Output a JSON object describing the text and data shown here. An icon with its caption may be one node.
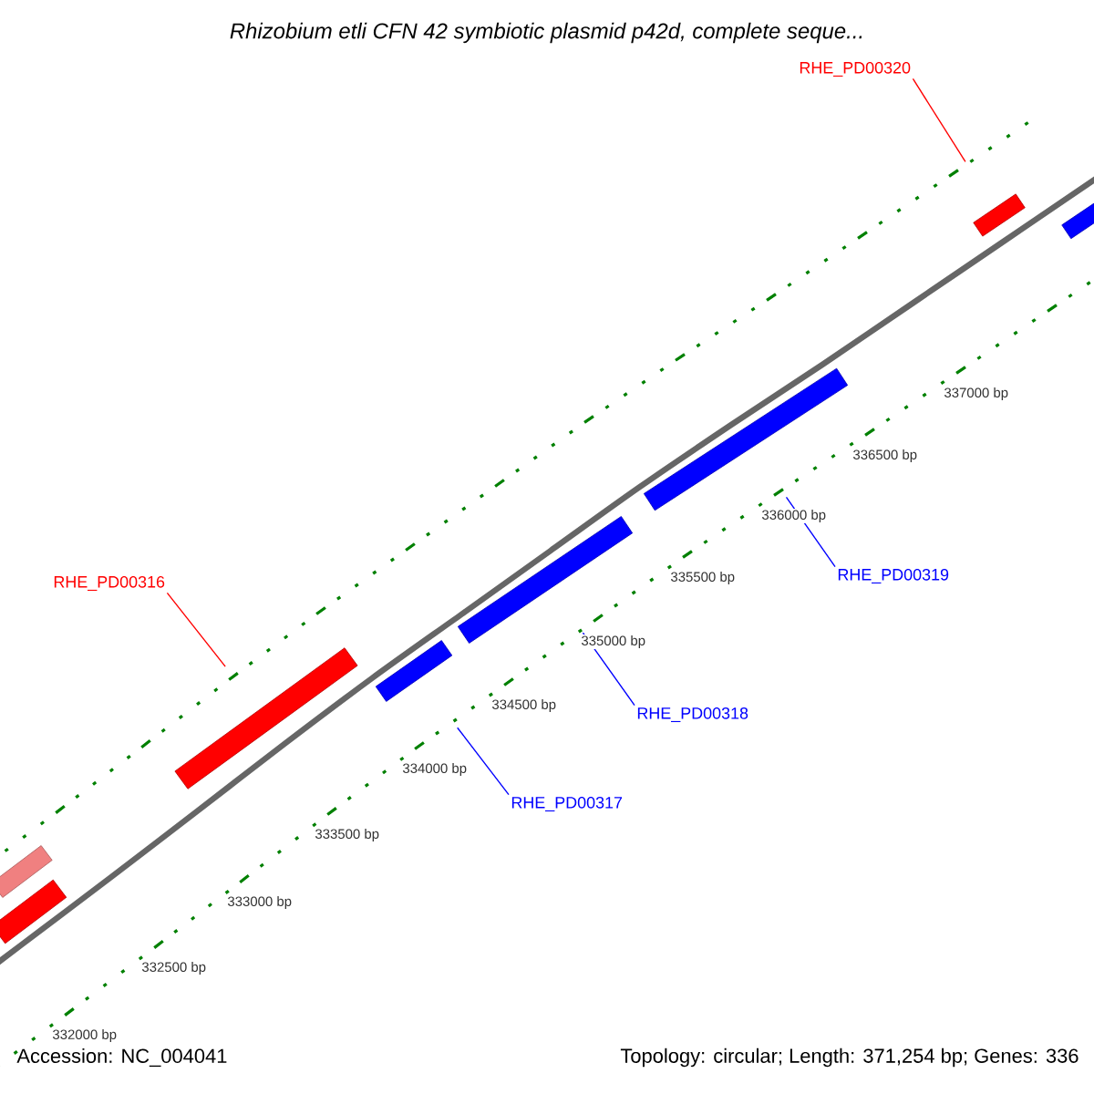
{
  "diagram": {
    "title": "*Rhizobium etli* CFN 42 symbiotic plasmid p42d, complete seque...",
    "nodes": [
      {
        "text": [
          "RHE_PD00320"
        ]
      },
      {
        "text": [],
        "shape": "bar"
      },
      {
        "text": [],
        "shape": "bar"
      },
      {
        "text": [],
        "shape": "bar"
      },
      {
        "text": [],
        "shape": "bar"
      },
      {
        "text": [
          "RHE_PD00319"
        ]
      },
      {
        "text": [
          "RHE_PD00316"
        ]
      },
      {
        "text": [],
        "shape": "bar"
      },
      {
        "text": [],
        "shape": "bar"
      },
      {
        "text": [
          "RHE_PD00318"
        ]
      },
      {
        "text": [
          "RHE_PD00317"
        ]
      },
      {
        "text": [],
        "shape": "bar"
      },
      {
        "text": [],
        "shape": "bar"
      }
    ],
    "edges": [
      {
        "from": 0,
        "to": 1,
        "arrow": "none",
        "color": "#ff0000"
      },
      {
        "from": 5,
        "to": 3,
        "arrow": "none",
        "color": "#0000ff"
      },
      {
        "from": 6,
        "to": 7,
        "arrow": "none",
        "color": "#ff0000"
      },
      {
        "from": 9,
        "to": 4,
        "arrow": "none",
        "color": "#0000ff"
      },
      {
        "from": 10,
        "to": 8,
        "arrow": "none",
        "color": "#0000ff"
      }
    ],
    "labels": [
      "337000 bp",
      "336500 bp",
      "336000 bp",
      "335500 bp",
      "335000 bp",
      "334500 bp",
      "334000 bp",
      "333500 bp",
      "333000 bp",
      "332500 bp",
      "332000 bp",
      "Accession: NC_004041",
      "Topology: circular; Length: 371,254 bp; Genes: 336"
    ]
  }
}
